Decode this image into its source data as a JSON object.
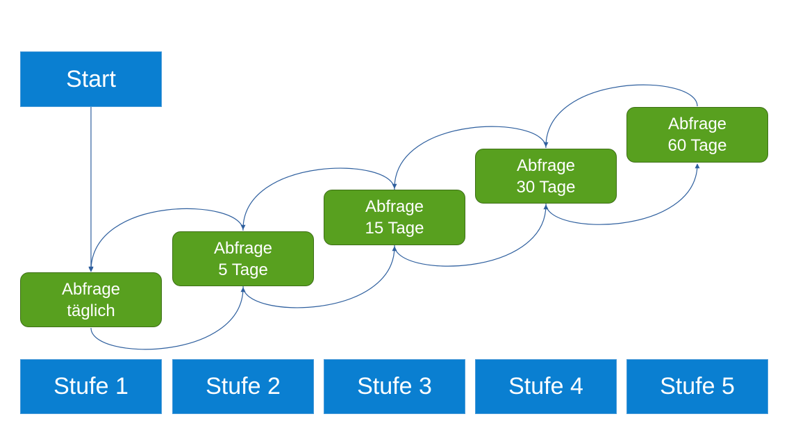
{
  "start": {
    "label": "Start"
  },
  "nodes": [
    {
      "line1": "Abfrage",
      "line2": "täglich"
    },
    {
      "line1": "Abfrage",
      "line2": "5 Tage"
    },
    {
      "line1": "Abfrage",
      "line2": "15 Tage"
    },
    {
      "line1": "Abfrage",
      "line2": "30 Tage"
    },
    {
      "line1": "Abfrage",
      "line2": "60 Tage"
    }
  ],
  "stages": [
    "Stufe 1",
    "Stufe 2",
    "Stufe 3",
    "Stufe 4",
    "Stufe 5"
  ],
  "colors": {
    "box_blue": "#0a7fd1",
    "box_green": "#58a01f",
    "arrow": "#2e5f9e"
  }
}
